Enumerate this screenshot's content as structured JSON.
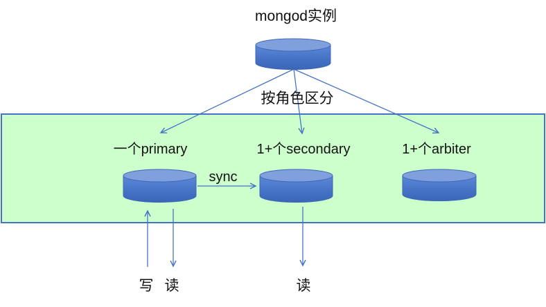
{
  "diagram": {
    "title": "mongod实例",
    "branch_label": "按角色区分",
    "roles": {
      "primary": {
        "label": "一个primary"
      },
      "secondary": {
        "label": "1+个secondary"
      },
      "arbiter": {
        "label": "1+个arbiter"
      }
    },
    "sync_label": "sync",
    "io": {
      "primary_write": "写",
      "primary_read": "读",
      "secondary_read": "读"
    },
    "colors": {
      "arrow": "#4472c4",
      "box_fill": "#ccffcc",
      "box_border": "#4472c4",
      "cylinder_top": "#7f9fdd",
      "cylinder_body_light": "#5d89d8",
      "cylinder_body_dark": "#3b66b8",
      "cylinder_stroke": "#3e68b6",
      "text": "#111111"
    }
  }
}
